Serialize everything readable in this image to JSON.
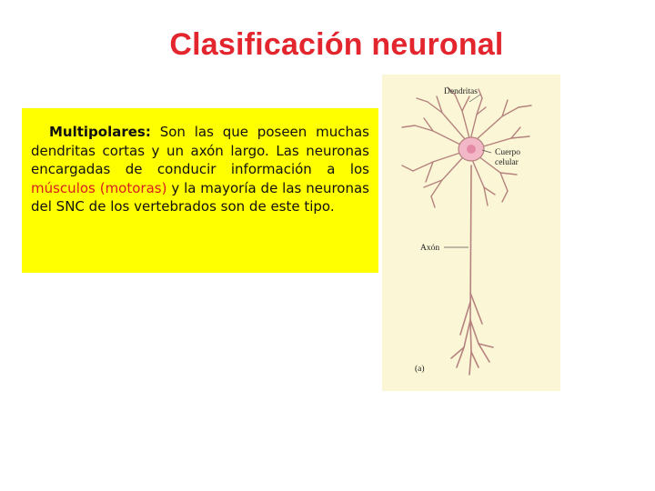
{
  "slide": {
    "title": "Clasificación neuronal",
    "title_color": "#e3262e",
    "highlight_color": "#ffff00"
  },
  "text_box": {
    "term": "Multipolares:",
    "body_1": " Son las que poseen muchas dendritas cortas y un axón largo. Las neuronas encargadas de conducir información a los ",
    "highlight": "músculos (motoras)",
    "body_2": " y la mayoría de las neuronas del SNC de los vertebrados son de este tipo."
  },
  "figure": {
    "label_dendrites": "Dendritas",
    "label_body_1": "Cuerpo",
    "label_body_2": "celular",
    "label_axon": "Axón",
    "label_panel": "(a)",
    "neuron_color": "#b5827f",
    "soma_color": "#f2b8c8"
  }
}
